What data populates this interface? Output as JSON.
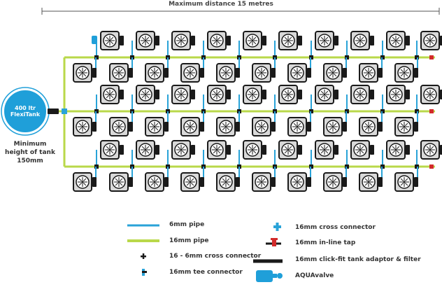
{
  "diagram": {
    "title": "Maximum distance 15 metres",
    "tank_label_line1": "400 ltr",
    "tank_label_line2": "FlexiTank",
    "min_height_line1": "Minimum",
    "min_height_line2": "height of tank",
    "min_height_line3": "150mm",
    "colors": {
      "pipe_6mm": "#29a3d8",
      "pipe_16mm": "#b9d84a",
      "tank": "#1f9fd9",
      "pot_border": "#1a1a1a",
      "pot_inner": "#ffffff",
      "pot_bg": "#d9d9d9",
      "connector": "#1a1a1a",
      "tap": "#d22b2b"
    }
  },
  "legend": {
    "pipe_6mm": "6mm pipe",
    "pipe_16mm": "16mm pipe",
    "cross_16_6": "16 - 6mm cross connector",
    "tee": "16mm tee connector",
    "cross_16": "16mm cross connector",
    "inline_tap": "16mm in-line tap",
    "tank_adaptor": "16mm click-fit tank adaptor & filter",
    "aquavalve": "AQUAvalve"
  }
}
